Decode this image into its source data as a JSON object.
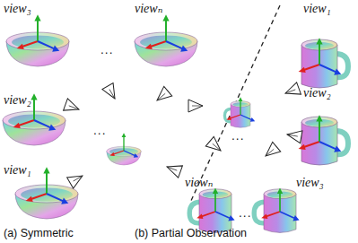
{
  "diagram": {
    "labels": [
      "view₃",
      "viewₙ",
      "view₂",
      "view₁",
      "...",
      "...",
      "view₁",
      "view₂",
      "...",
      "viewₙ",
      "view₃",
      "...",
      "(a) Symmetric",
      "(b) Partial Observation"
    ]
  }
}
